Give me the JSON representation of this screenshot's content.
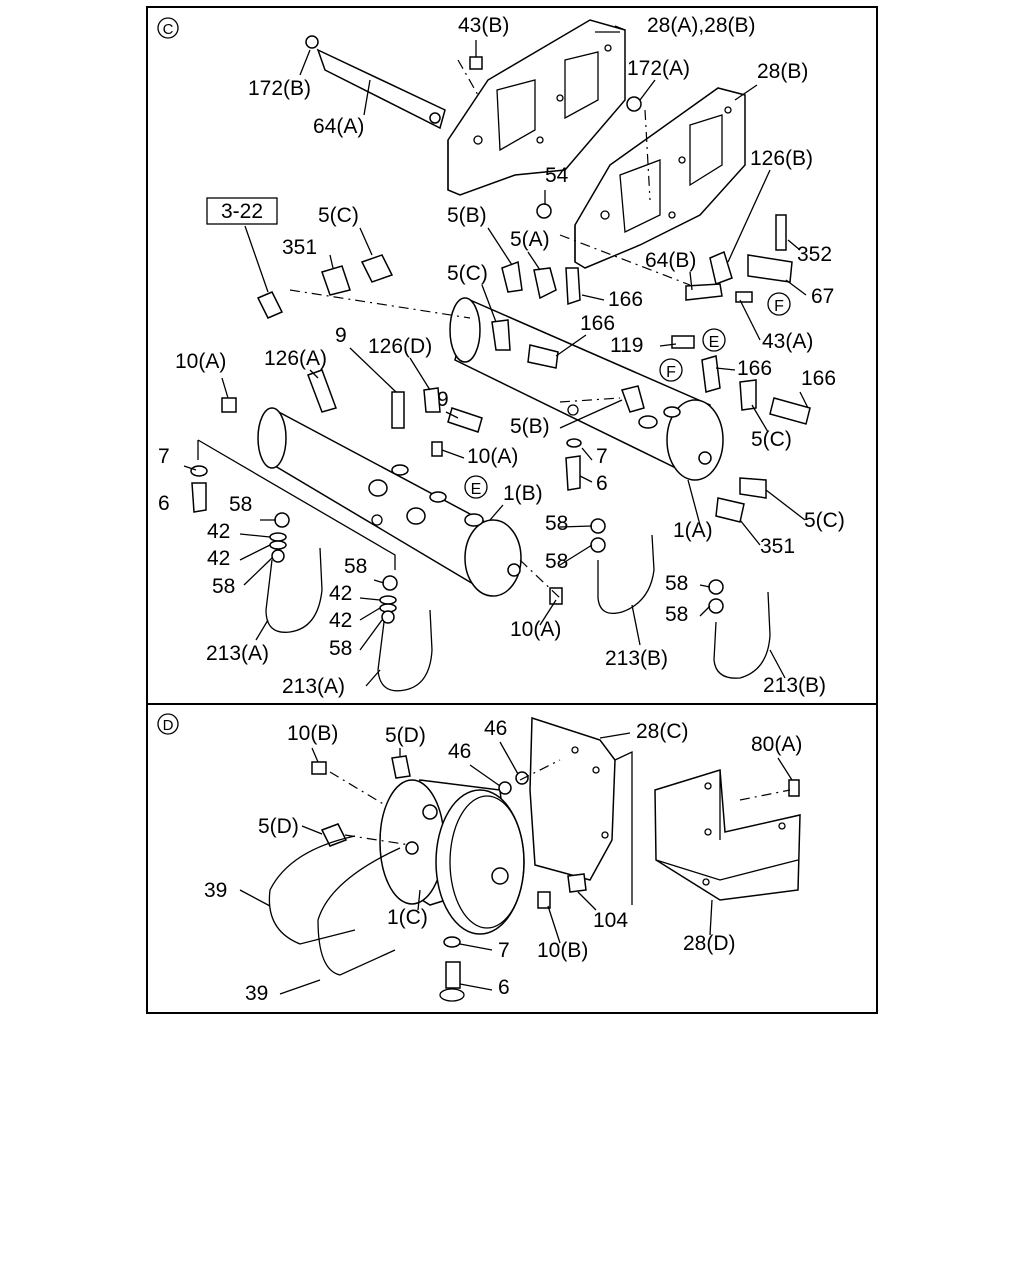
{
  "section_c": {
    "marker": "C",
    "ref_box": "3-22",
    "labels": {
      "p43b": "43(B)",
      "p28ab": "28(A),28(B)",
      "p172b": "172(B)",
      "p172a": "172(A)",
      "p28b": "28(B)",
      "p64a": "64(A)",
      "p54": "54",
      "p126b": "126(B)",
      "p5c_1": "5(C)",
      "p5b_1": "5(B)",
      "p5a": "5(A)",
      "p352": "352",
      "p351_1": "351",
      "p64b": "64(B)",
      "p67": "67",
      "pF_1": "F",
      "p166_1": "166",
      "p5c_2": "5(C)",
      "p43a": "43(A)",
      "p166_2": "166",
      "p119": "119",
      "pE_1": "E",
      "p9_1": "9",
      "p126d": "126(D)",
      "p10a_1": "10(A)",
      "p126a": "126(A)",
      "p166_3": "166",
      "pF_2": "F",
      "p166_4": "166",
      "p9_2": "9",
      "p5b_2": "5(B)",
      "p5c_3": "5(C)",
      "p7_1": "7",
      "p7_2": "7",
      "p10a_2": "10(A)",
      "p6_1": "6",
      "p6_2": "6",
      "pE_2": "E",
      "p1b": "1(B)",
      "p58_1": "58",
      "p5c_4": "5(C)",
      "p42_1": "42",
      "p1a": "1(A)",
      "p58_2": "58",
      "p42_2": "42",
      "p58_3": "58",
      "p351_2": "351",
      "p58_4": "58",
      "p58_5": "58",
      "p58_6": "58",
      "p42_3": "42",
      "p58_7": "58",
      "p42_4": "42",
      "p10a_3": "10(A)",
      "p58_8": "58",
      "p213a_1": "213(A)",
      "p213b_1": "213(B)",
      "p213a_2": "213(A)",
      "p213b_2": "213(B)"
    }
  },
  "section_d": {
    "marker": "D",
    "labels": {
      "p10b_1": "10(B)",
      "p5d_1": "5(D)",
      "p46_1": "46",
      "p46_2": "46",
      "p28c": "28(C)",
      "p80a": "80(A)",
      "p5d_2": "5(D)",
      "p39_1": "39",
      "p1c": "1(C)",
      "p104": "104",
      "p7": "7",
      "p10b_2": "10(B)",
      "p28d": "28(D)",
      "p39_2": "39",
      "p6": "6"
    }
  }
}
